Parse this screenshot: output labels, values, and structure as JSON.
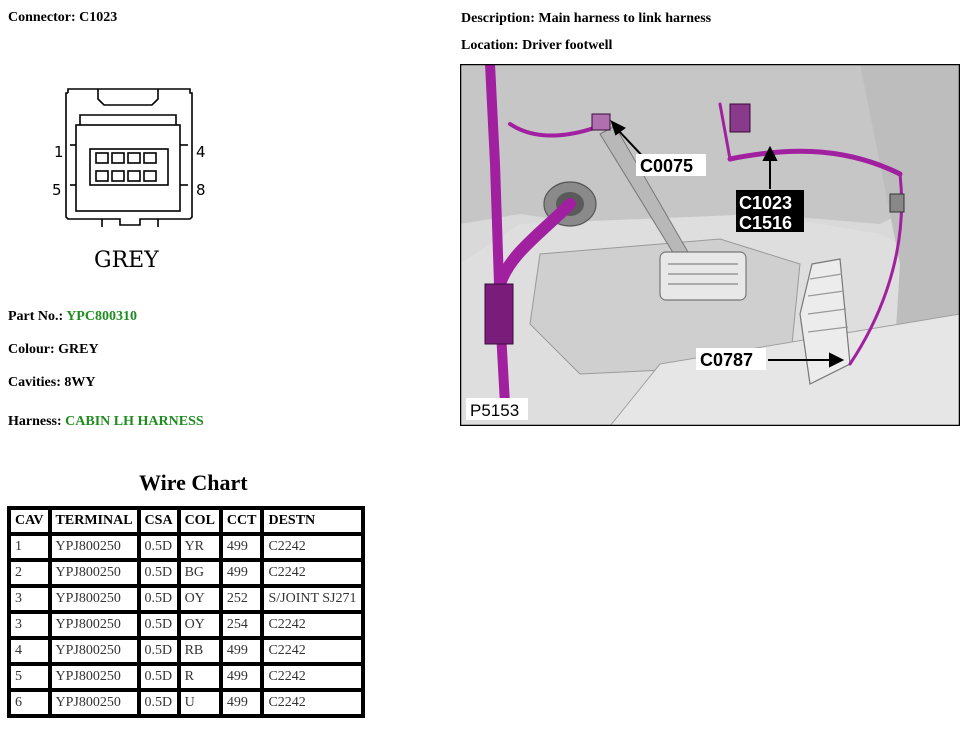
{
  "connector": {
    "label": "Connector:",
    "id": "C1023"
  },
  "description": {
    "label": "Description:",
    "value": "Main harness to link harness"
  },
  "location": {
    "label": "Location:",
    "value": "Driver footwell"
  },
  "diagram": {
    "pin_tl": "1",
    "pin_tr": "4",
    "pin_bl": "5",
    "pin_br": "8",
    "color_label": "GREY"
  },
  "part": {
    "label": "Part No.:",
    "value": "YPC800310"
  },
  "colour": {
    "label": "Colour:",
    "value": "GREY"
  },
  "cavities": {
    "label": "Cavities:",
    "value": "8WY"
  },
  "harness": {
    "label": "Harness:",
    "value": "CABIN LH HARNESS"
  },
  "photo": {
    "callouts": [
      "C0075",
      "C1023",
      "C1516",
      "C0787"
    ],
    "ref": "P5153",
    "harness_color": "#a020a0"
  },
  "wire_chart": {
    "title": "Wire Chart",
    "headers": [
      "CAV",
      "TERMINAL",
      "CSA",
      "COL",
      "CCT",
      "DESTN"
    ],
    "rows": [
      [
        "1",
        "YPJ800250",
        "0.5D",
        "YR",
        "499",
        "C2242"
      ],
      [
        "2",
        "YPJ800250",
        "0.5D",
        "BG",
        "499",
        "C2242"
      ],
      [
        "3",
        "YPJ800250",
        "0.5D",
        "OY",
        "252",
        "S/JOINT SJ271"
      ],
      [
        "3",
        "YPJ800250",
        "0.5D",
        "OY",
        "254",
        "C2242"
      ],
      [
        "4",
        "YPJ800250",
        "0.5D",
        "RB",
        "499",
        "C2242"
      ],
      [
        "5",
        "YPJ800250",
        "0.5D",
        "R",
        "499",
        "C2242"
      ],
      [
        "6",
        "YPJ800250",
        "0.5D",
        "U",
        "499",
        "C2242"
      ]
    ]
  }
}
